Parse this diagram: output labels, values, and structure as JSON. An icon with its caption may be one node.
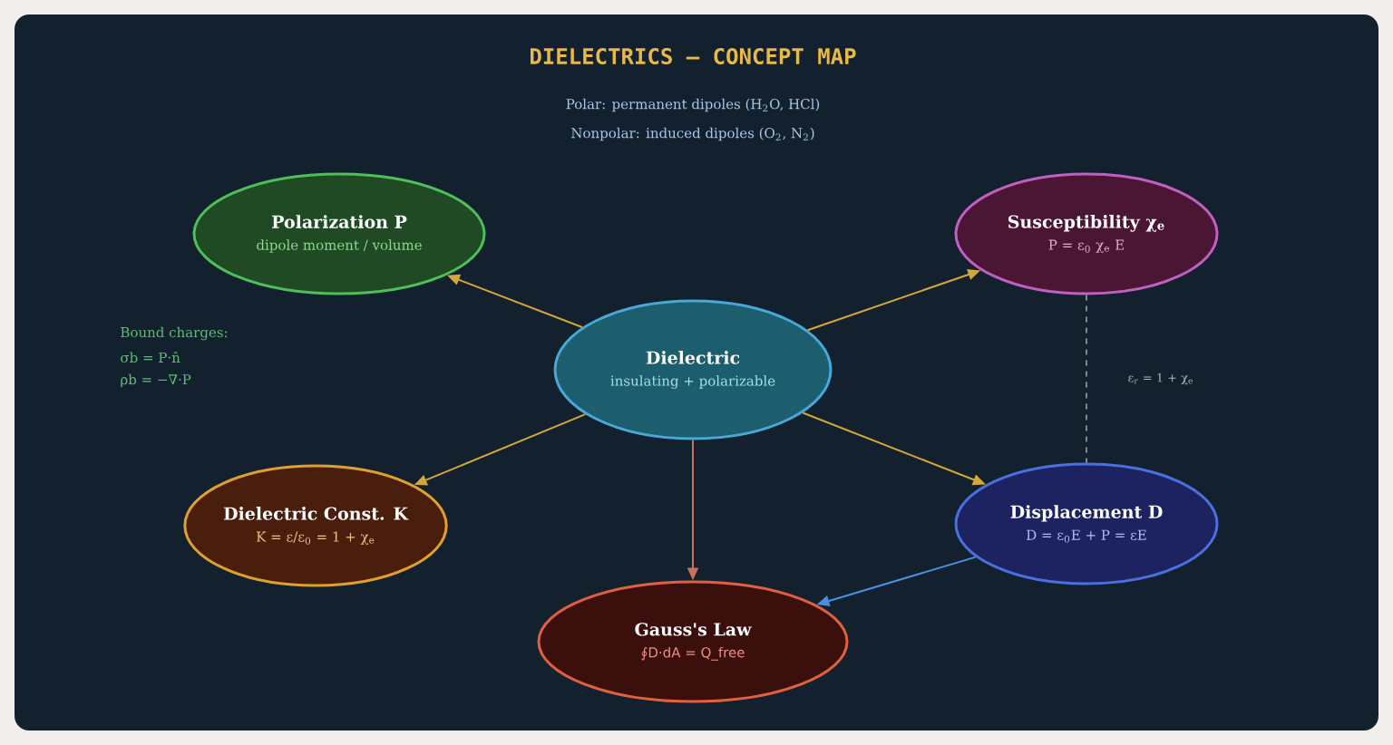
{
  "diagram": {
    "title": "DIELECTRICS — CONCEPT MAP",
    "nodes": [
      {
        "text": [
          "Polarization P",
          "dipole moment / volume"
        ]
      },
      {
        "text": [
          "Susceptibility χ$_{e}$",
          "P = ε$_{0}$ χ$_{e}$ E"
        ]
      },
      {
        "text": [
          "Dielectric",
          "insulating + polarizable"
        ]
      },
      {
        "text": [
          "Dielectric Const. K",
          "K = ε/ε$_{0}$ = 1 + χ$_{e}$"
        ]
      },
      {
        "text": [
          "Displacement D",
          "D = ε$_{0}$E + P = εE"
        ]
      },
      {
        "text": [
          "Gauss's Law",
          "∮D·dA = Q_free"
        ]
      }
    ],
    "edges": [
      {
        "from": 2,
        "to": 0,
        "arrow": "to"
      },
      {
        "from": 2,
        "to": 1,
        "arrow": "to"
      },
      {
        "from": 2,
        "to": 3,
        "arrow": "to"
      },
      {
        "from": 2,
        "to": 4,
        "arrow": "to"
      },
      {
        "from": 2,
        "to": 5,
        "arrow": "to",
        "color": "#c8705e"
      },
      {
        "from": 4,
        "to": 5,
        "arrow": "to",
        "color": "#4a90e0"
      },
      {
        "from": 1,
        "to": 4,
        "arrow": "none",
        "style": "dashed",
        "color": "#b0b4b8",
        "label": "ε$_{r}$ = 1 + χ$_{e}$"
      }
    ],
    "labels": [
      "Polar: permanent dipoles (H$_{2}$O, HCl)",
      "Nonpolar: induced dipoles (O$_{2}$, N$_{2}$)",
      "Bound charges:",
      "σb = P·n̂",
      "ρb = −∇·P"
    ]
  }
}
